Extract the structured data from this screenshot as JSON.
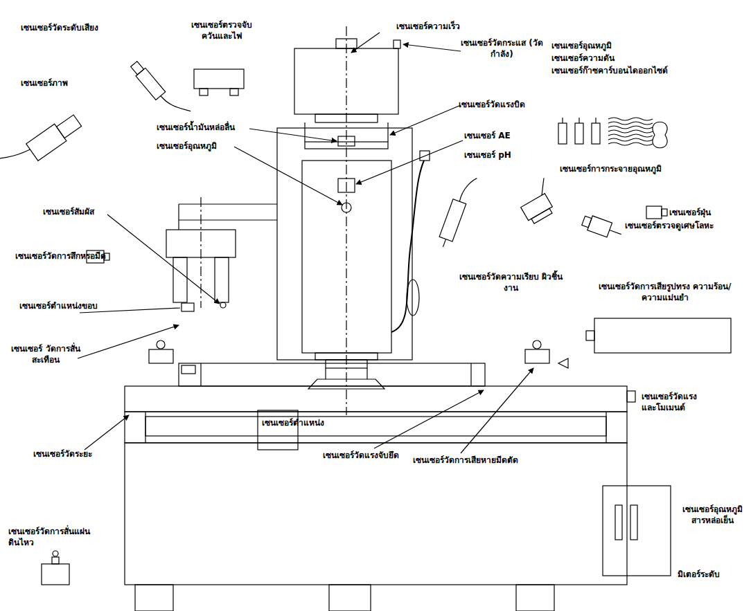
{
  "diagram": {
    "labels": [
      "เซนเซอร์วัดระดับเสียง",
      "เซนเซอร์ตรวจจับ ควันและไฟ",
      "เซนเซอร์ความเร็ว",
      "เซนเซอร์วัดกระแส (วัดกำลัง)",
      "เซนเซอร์อุณหภูมิ",
      "เซนเซอร์ความดัน",
      "เซนเซอร์ก๊าซคาร์บอนไดออกไซด์",
      "เซนเซอร์ภาพ",
      "เซนเซอร์วัดแรงบิด",
      "เซนเซอร์น้ำมันหล่อลื่น",
      "เซนเซอร์ AE",
      "เซนเซอร์อุณหภูมิ",
      "เซนเซอร์ pH",
      "เซนเซอร์การกระจายอุณหภูมิ",
      "เซนเซอร์ฝุ่น",
      "เซนเซอร์สัมผัส",
      "เซนเซอร์ตรวจดูเศษโลหะ",
      "เซนเซอร์วัดการสึกหรอมีด",
      "เซนเซอร์วัดความเรียบ ผิวชิ้นงาน",
      "เซนเซอร์วัดการเสียรูปทรง ความร้อน/ความแม่นยำ",
      "เซนเซอร์ตำแหน่งขอบ",
      "เซนเซอร์ วัดการสั่นสะเทือน",
      "เซนเซอร์วัดแรง และโมเมนต์",
      "เซนเซอร์ตำแหน่ง",
      "เซนเซอร์วัดแรงจับยึด",
      "เซนเซอร์วัดการเสียหายมีดตัด",
      "เซนเซอร์วัดระยะ",
      "เซนเซอร์วัดการสั่นแผ่น ดินไหว",
      "เซนเซอร์อุณหภูมิ สารหล่อเย็น",
      "มิเตอร์ระดับ"
    ]
  }
}
